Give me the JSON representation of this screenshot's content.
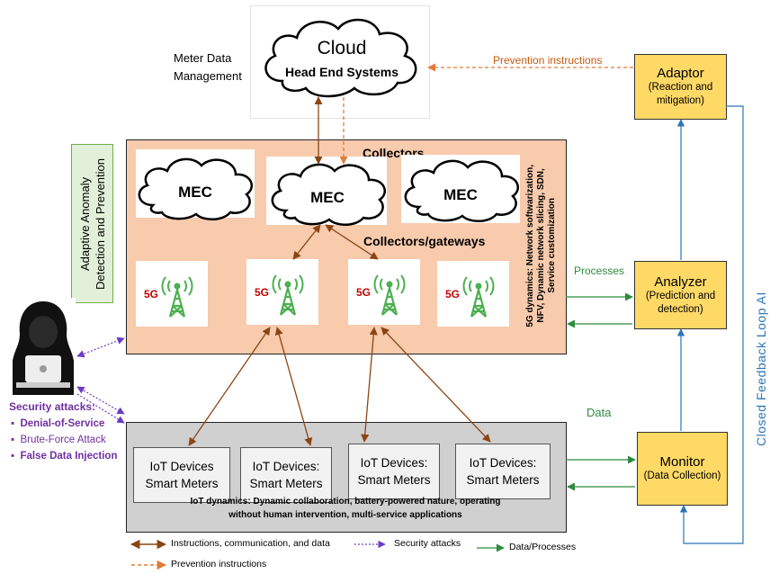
{
  "cloud": {
    "title": "Cloud",
    "subtitle": "Head End Systems"
  },
  "meter_label": {
    "line1": "Meter Data",
    "line2": "Management"
  },
  "collectors_panel": {
    "collectors_title": "Collectors",
    "gateways_title": "Collectors/gateways",
    "mec_label": "MEC",
    "tower_label": "5G",
    "dynamics_lines": [
      "5G dynamics: Network softwarization,",
      "NFV, Dynamic network slicing, SDN,",
      "Service customization"
    ]
  },
  "side_label": {
    "line1": "Adaptive Anomaly",
    "line2": "Detection and Prevention"
  },
  "iot_panel": {
    "devices": [
      {
        "line1": "IoT Devices",
        "line2": "Smart Meters"
      },
      {
        "line1": "IoT Devices:",
        "line2": "Smart Meters"
      },
      {
        "line1": "IoT Devices:",
        "line2": "Smart Meters"
      },
      {
        "line1": "IoT Devices:",
        "line2": "Smart Meters"
      }
    ],
    "dynamics_line1": "IoT dynamics: Dynamic collaboration,  battery-powered nature, operating",
    "dynamics_line2": "without human intervention, multi-service applications"
  },
  "loop": {
    "adaptor": {
      "title": "Adaptor",
      "sub1": "(Reaction and",
      "sub2": "mitigation)"
    },
    "analyzer": {
      "title": "Analyzer",
      "sub1": "(Prediction and",
      "sub2": "detection)"
    },
    "monitor": {
      "title": "Monitor",
      "sub1": "(Data Collection)"
    },
    "label": "Closed Feedback Loop AI"
  },
  "edge_labels": {
    "prevention": "Prevention instructions",
    "processes": "Processes",
    "data": "Data"
  },
  "security": {
    "title": "Security attacks:",
    "items": [
      "Denial-of-Service",
      "Brute-Force Attack",
      "False Data Injection"
    ]
  },
  "legend": {
    "brown": "Instructions, communication, and data",
    "purple": "Security attacks",
    "green": "Data/Processes",
    "orange": "Prevention instructions"
  },
  "colors": {
    "brown": "#8b4513",
    "orange": "#e07b39",
    "green": "#2e8b3f",
    "purple": "#6a3cc7",
    "blue": "#2e75b6",
    "tower": "#4caf50",
    "mec_fill": "#ffffff"
  },
  "icons": [
    "cloud-icon",
    "antenna-tower-icon",
    "hacker-icon"
  ]
}
